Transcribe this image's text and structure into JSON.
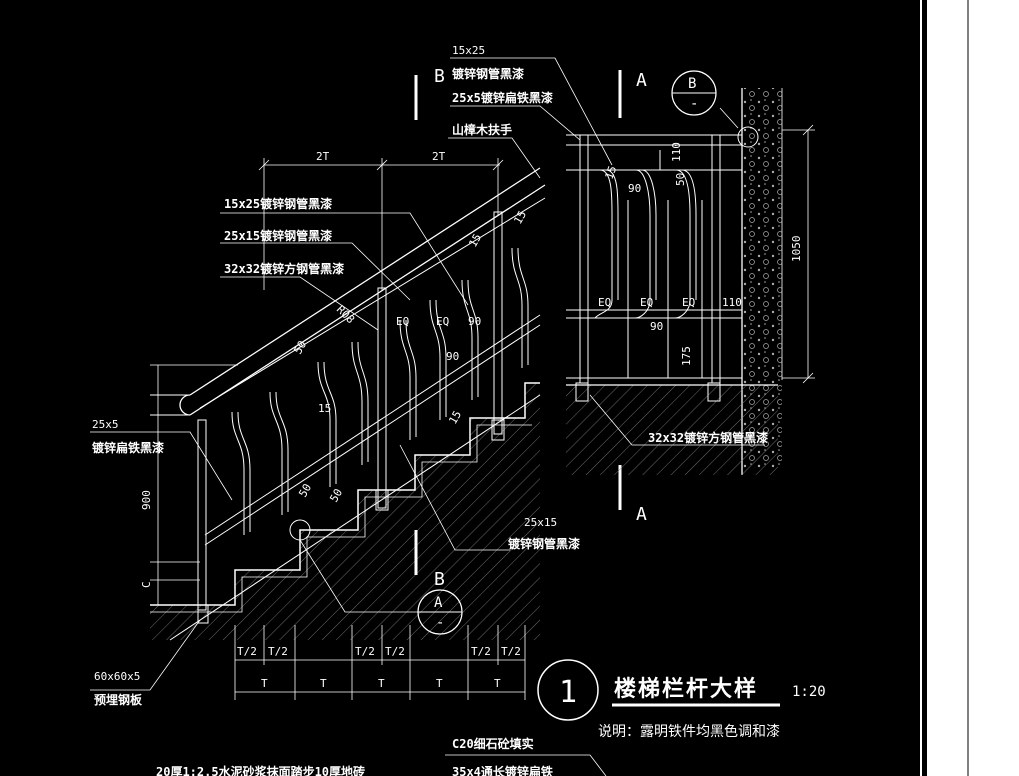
{
  "title": {
    "number": "1",
    "text": "楼梯栏杆大样",
    "scale": "1:20",
    "note": "说明：露明铁件均黑色调和漆"
  },
  "section_marks": {
    "b_top": "B",
    "b_bottom": "B",
    "a_top": "A",
    "a_bottom": "A"
  },
  "detail_callouts": {
    "b_ref": "B",
    "b_dash": "-",
    "a_ref": "A",
    "a_dash": "-"
  },
  "labels": {
    "l_15x25_dim": "15x25",
    "l_15x25_text": "镀锌钢管黑漆",
    "l_25x5_flat": "25x5镀锌扁铁黑漆",
    "l_handrail": "山樟木扶手",
    "l_15x25b": "15x25镀锌钢管黑漆",
    "l_25x15": "25x15镀锌钢管黑漆",
    "l_32x32": "32x32镀锌方钢管黑漆",
    "l_25x5_left_dim": "25x5",
    "l_25x5_left_text": "镀锌扁铁黑漆",
    "l_25x15_low_dim": "25x15",
    "l_25x15_low_text": "镀锌钢管黑漆",
    "l_32x32_right": "32x32镀锌方钢管黑漆",
    "l_60x60_dim": "60x60x5",
    "l_60x60_text": "预埋钢板",
    "l_c20": "C20细石砼填实",
    "l_35": "35x4通长镀锌扁铁",
    "l_bottom_cut": "20厚1:2.5水泥砂浆抹面踏步10厚地砖"
  },
  "dimensions": {
    "d_2t_a": "2T",
    "d_2t_b": "2T",
    "d_t1": "T",
    "d_t2": "T",
    "d_t3": "T",
    "d_t4": "T",
    "d_t5": "T",
    "d_t2_1": "T/2",
    "d_t2_2": "T/2",
    "d_t2_3": "T/2",
    "d_t2_4": "T/2",
    "d_t2_5": "T/2",
    "d_t2_6": "T/2",
    "d_900": "900",
    "d_c": "C",
    "d_r08": "R08",
    "d_15a": "15",
    "d_15b": "15",
    "d_15c": "15",
    "d_15d": "15",
    "d_50a": "50",
    "d_50b": "50",
    "d_50c": "50",
    "d_90a": "90",
    "d_90b": "90",
    "d_eq_a": "EQ",
    "d_eq_b": "EQ",
    "d_110a": "110",
    "d_90c": "90",
    "d_50d": "50",
    "d_eq_c": "EQ",
    "d_eq_d": "EQ",
    "d_eq_e": "EQ",
    "d_110b": "110",
    "d_90d": "90",
    "d_175": "175",
    "d_1050": "1050",
    "d_15e": "15"
  },
  "colors": {
    "background": "#000000",
    "line": "#ffffff",
    "frame": "#ffffff"
  }
}
